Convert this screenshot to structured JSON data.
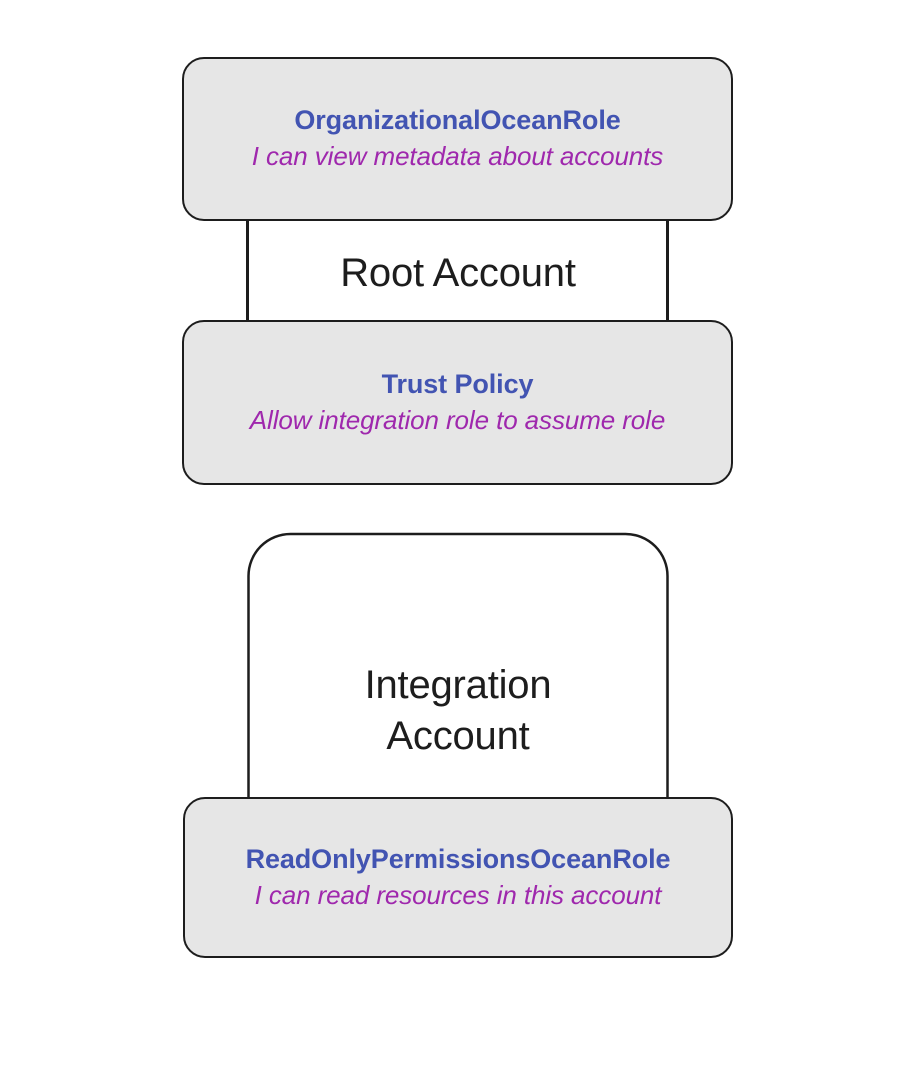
{
  "diagram": {
    "title": "AWS cross-account Ocean role trust relationship",
    "background_color": "#ffffff",
    "palette": {
      "card_fill": "#e6e6e6",
      "card_stroke": "#1d1d1d",
      "role_title_color": "#4254b2",
      "role_desc_color": "#9f28ad",
      "account_label_color": "#1d1d1d"
    }
  },
  "accounts": [
    {
      "id": "root-account",
      "label": "Root Account"
    },
    {
      "id": "integration-account",
      "label": "Integration\nAccount"
    }
  ],
  "cards": [
    {
      "id": "org-role",
      "title": "OrganizationalOceanRole",
      "description": "I can view metadata about accounts"
    },
    {
      "id": "trust-policy",
      "title": "Trust Policy",
      "description": "Allow integration role to assume role"
    },
    {
      "id": "readonly-role",
      "title": "ReadOnlyPermissionsOceanRole",
      "description": "I can read resources in this account"
    }
  ]
}
